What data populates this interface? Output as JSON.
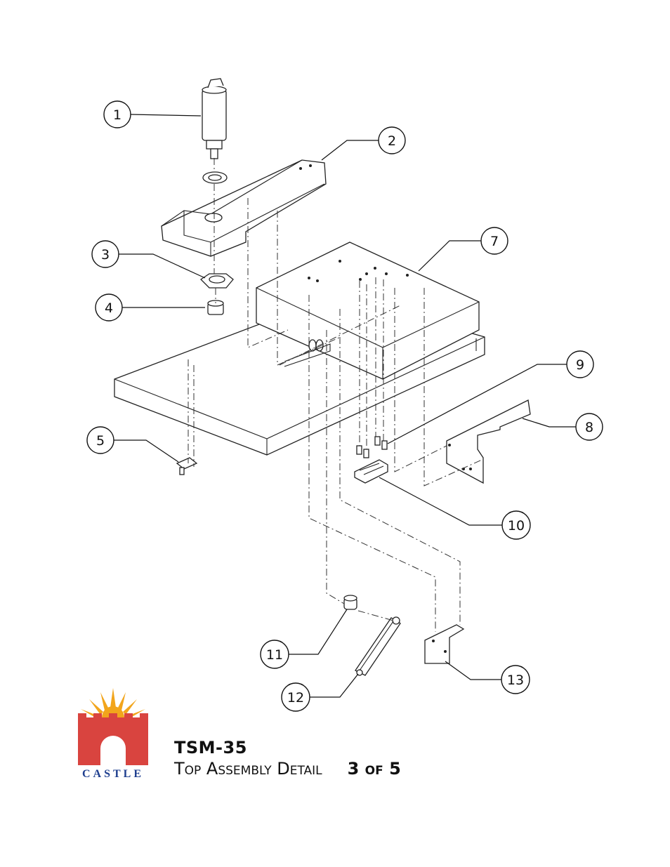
{
  "callouts": [
    {
      "id": "1",
      "label": "1"
    },
    {
      "id": "2",
      "label": "2"
    },
    {
      "id": "3",
      "label": "3"
    },
    {
      "id": "4",
      "label": "4"
    },
    {
      "id": "5",
      "label": "5"
    },
    {
      "id": "7",
      "label": "7"
    },
    {
      "id": "8",
      "label": "8"
    },
    {
      "id": "9",
      "label": "9"
    },
    {
      "id": "10",
      "label": "10"
    },
    {
      "id": "11",
      "label": "11"
    },
    {
      "id": "12",
      "label": "12"
    },
    {
      "id": "13",
      "label": "13"
    }
  ],
  "footer": {
    "model": "TSM-35",
    "subtitle": "Top Assembly Detail",
    "page": "3 of 5"
  },
  "logo": {
    "brand": "CASTLE",
    "colors": {
      "sun": "#f2a51c",
      "castle": "#d9443f",
      "text": "#1f3f8f"
    }
  }
}
